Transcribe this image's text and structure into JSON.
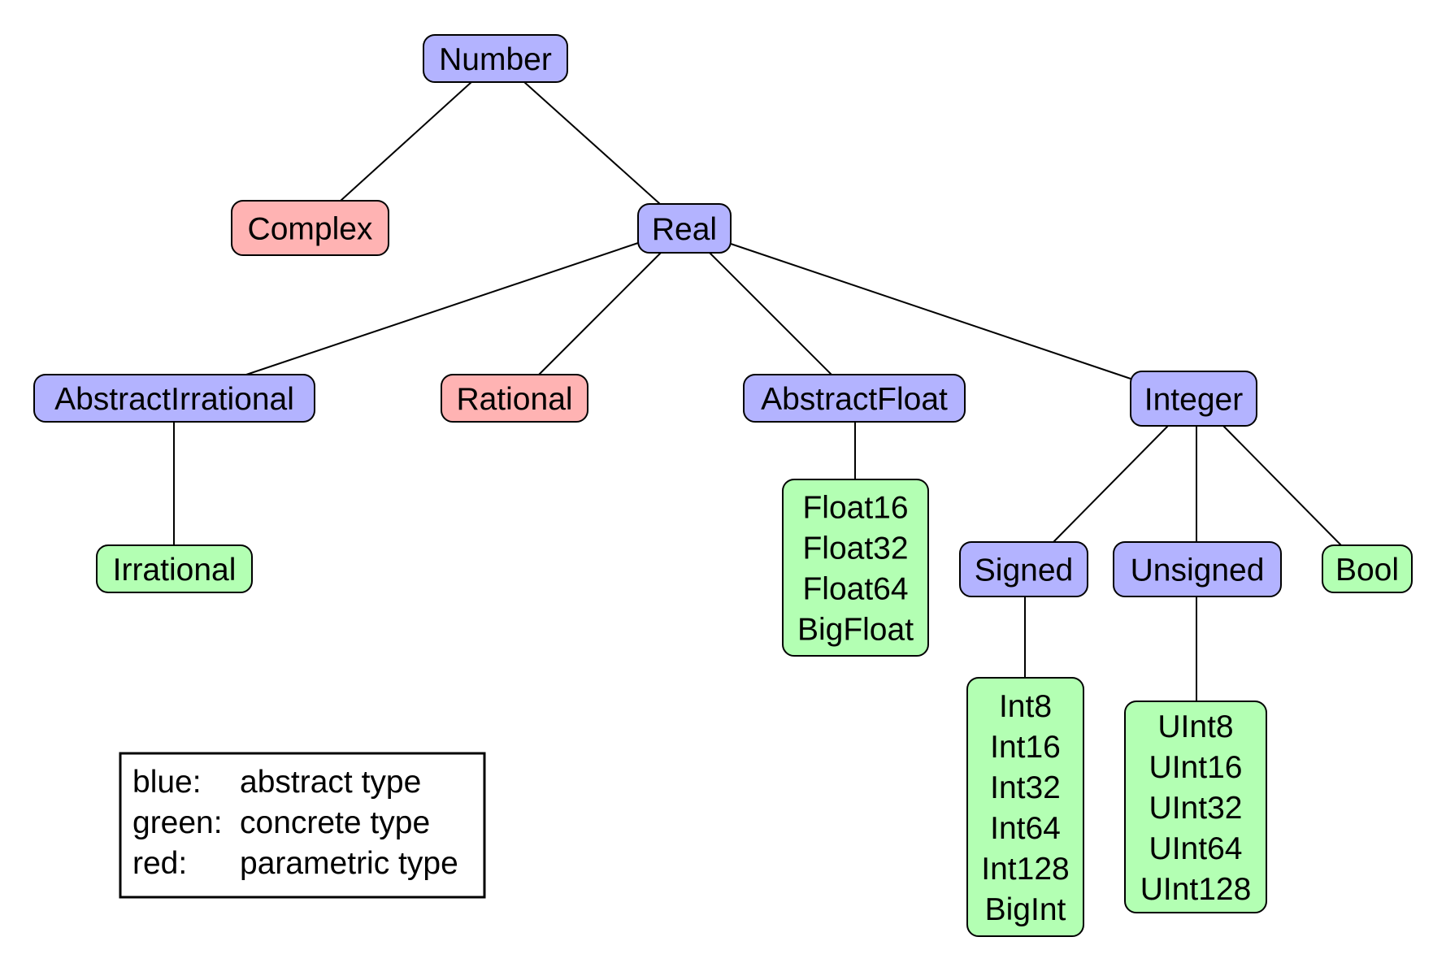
{
  "diagram": {
    "colors": {
      "abstract": "#b3b3ff",
      "concrete": "#b3ffb3",
      "parametric": "#ffb3b3"
    },
    "nodes": {
      "number": {
        "kind": "abstract",
        "lines": [
          "Number"
        ]
      },
      "complex": {
        "kind": "parametric",
        "lines": [
          "Complex"
        ]
      },
      "real": {
        "kind": "abstract",
        "lines": [
          "Real"
        ]
      },
      "abstract_irrational": {
        "kind": "abstract",
        "lines": [
          "AbstractIrrational"
        ]
      },
      "rational": {
        "kind": "parametric",
        "lines": [
          "Rational"
        ]
      },
      "abstract_float": {
        "kind": "abstract",
        "lines": [
          "AbstractFloat"
        ]
      },
      "integer": {
        "kind": "abstract",
        "lines": [
          "Integer"
        ]
      },
      "irrational": {
        "kind": "concrete",
        "lines": [
          "Irrational"
        ]
      },
      "floats": {
        "kind": "concrete",
        "lines": [
          "Float16",
          "Float32",
          "Float64",
          "BigFloat"
        ]
      },
      "signed": {
        "kind": "abstract",
        "lines": [
          "Signed"
        ]
      },
      "unsigned": {
        "kind": "abstract",
        "lines": [
          "Unsigned"
        ]
      },
      "bool": {
        "kind": "concrete",
        "lines": [
          "Bool"
        ]
      },
      "signed_ints": {
        "kind": "concrete",
        "lines": [
          "Int8",
          "Int16",
          "Int32",
          "Int64",
          "Int128",
          "BigInt"
        ]
      },
      "unsigned_ints": {
        "kind": "concrete",
        "lines": [
          "UInt8",
          "UInt16",
          "UInt32",
          "UInt64",
          "UInt128"
        ]
      }
    },
    "edges": [
      [
        "number",
        "complex"
      ],
      [
        "number",
        "real"
      ],
      [
        "real",
        "abstract_irrational"
      ],
      [
        "real",
        "rational"
      ],
      [
        "real",
        "abstract_float"
      ],
      [
        "real",
        "integer"
      ],
      [
        "abstract_irrational",
        "irrational"
      ],
      [
        "abstract_float",
        "floats"
      ],
      [
        "integer",
        "signed"
      ],
      [
        "integer",
        "unsigned"
      ],
      [
        "integer",
        "bool"
      ],
      [
        "signed",
        "signed_ints"
      ],
      [
        "unsigned",
        "unsigned_ints"
      ]
    ]
  },
  "legend": {
    "rows": [
      {
        "key": "blue:",
        "value": "abstract type"
      },
      {
        "key": "green:",
        "value": "concrete type"
      },
      {
        "key": "red:",
        "value": "parametric type"
      }
    ]
  }
}
